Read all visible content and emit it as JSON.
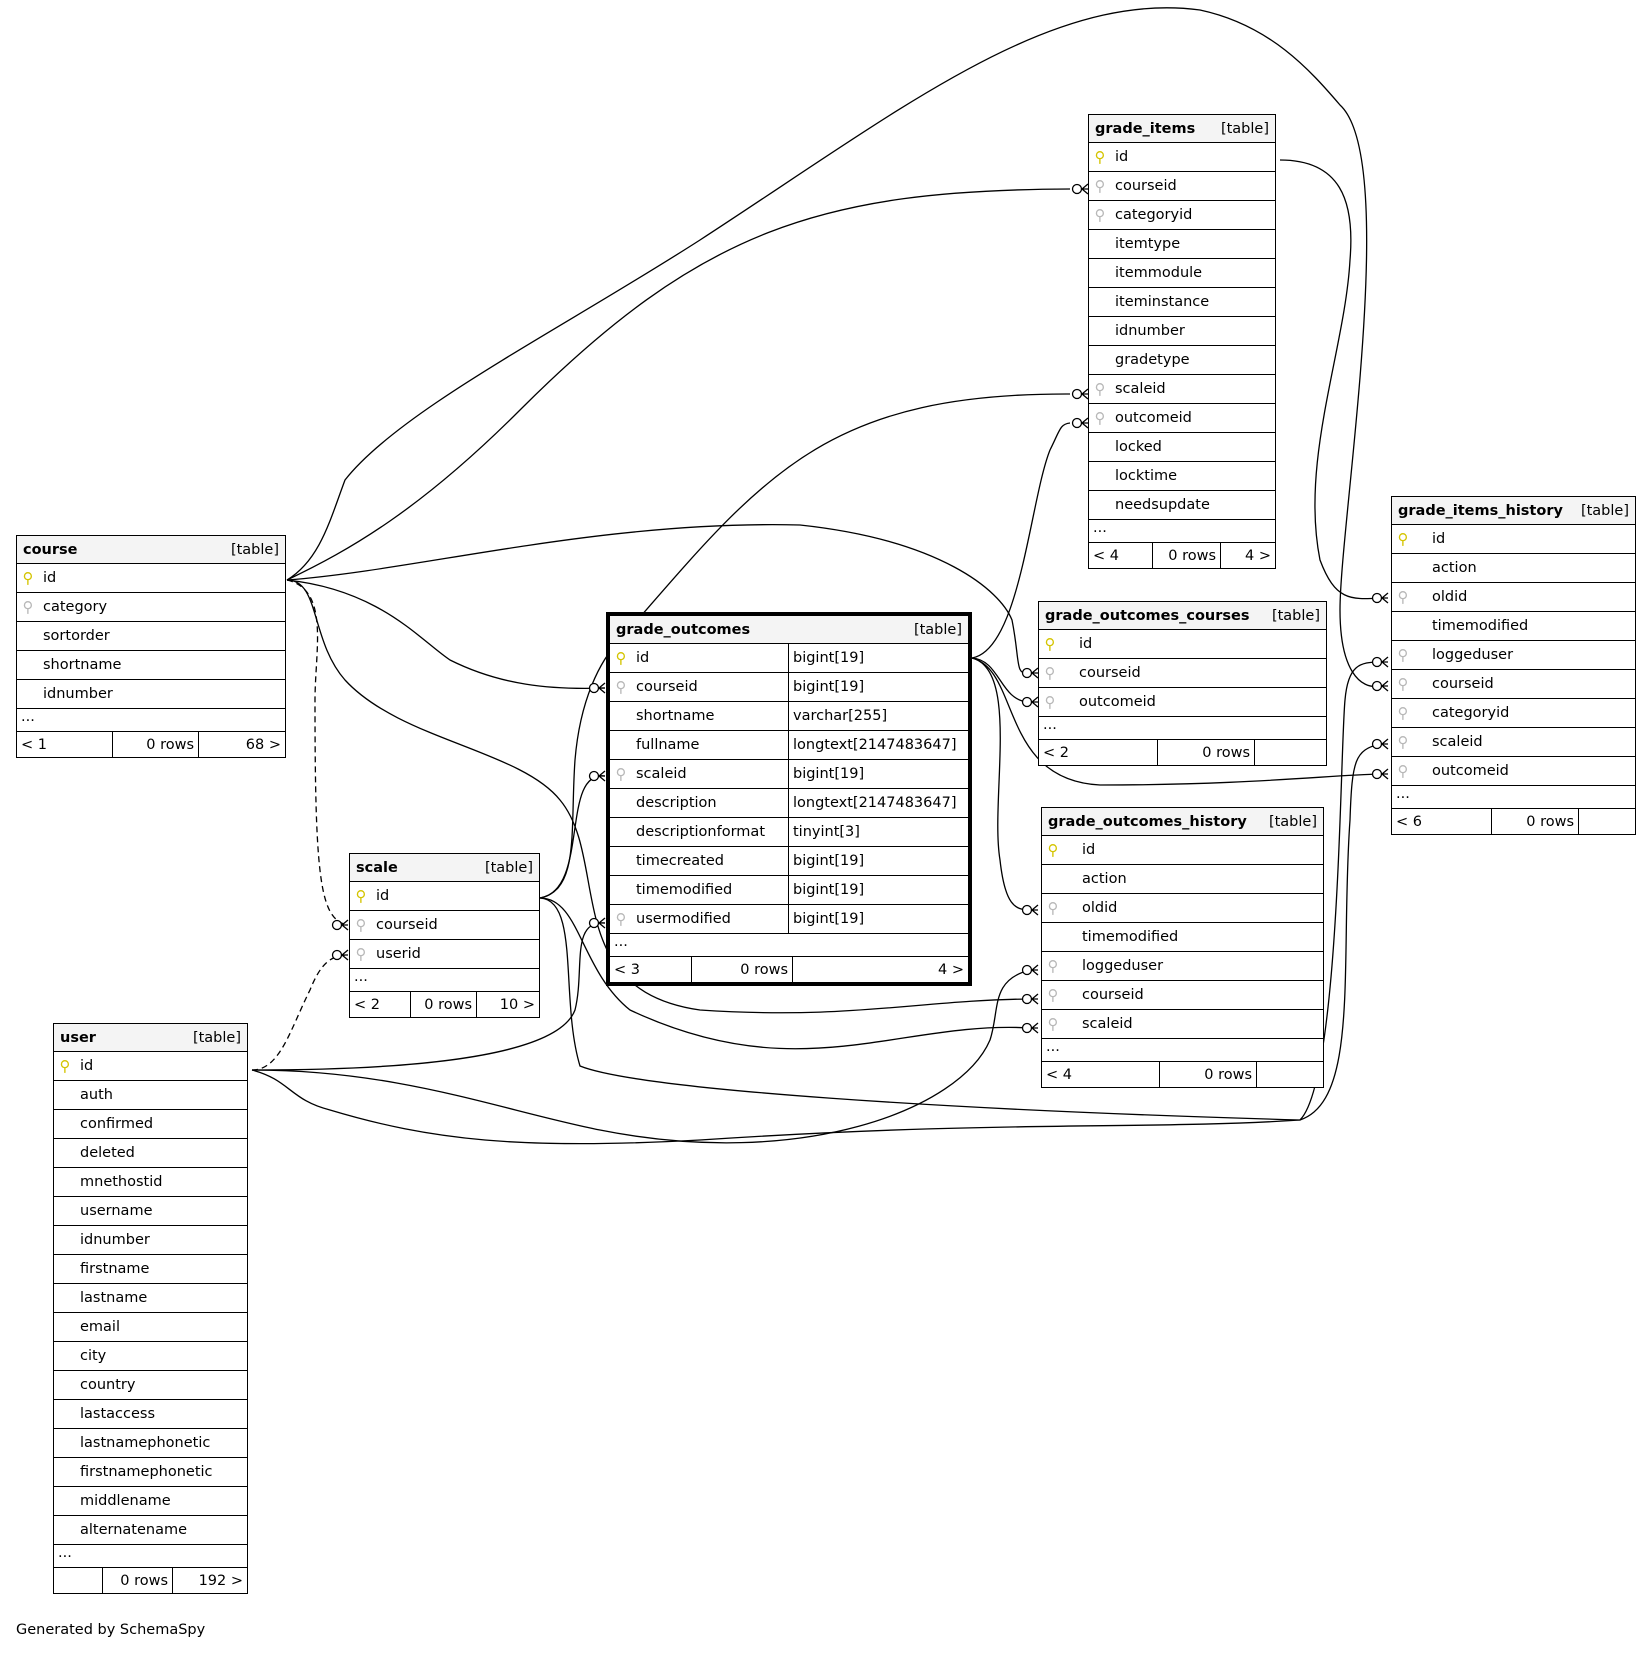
{
  "credit": "Generated by SchemaSpy",
  "table_tag": "[table]",
  "more": "...",
  "tables": {
    "course": {
      "name": "course",
      "columns": [
        "id",
        "category",
        "sortorder",
        "shortname",
        "idnumber"
      ],
      "footer": [
        "< 1",
        "0 rows",
        "68 >"
      ]
    },
    "grade_items": {
      "name": "grade_items",
      "columns": [
        "id",
        "courseid",
        "categoryid",
        "itemtype",
        "itemmodule",
        "iteminstance",
        "idnumber",
        "gradetype",
        "scaleid",
        "outcomeid",
        "locked",
        "locktime",
        "needsupdate"
      ],
      "footer": [
        "< 4",
        "0 rows",
        "4 >"
      ]
    },
    "grade_items_history": {
      "name": "grade_items_history",
      "columns": [
        "id",
        "action",
        "oldid",
        "timemodified",
        "loggeduser",
        "courseid",
        "categoryid",
        "scaleid",
        "outcomeid"
      ],
      "footer": [
        "< 6",
        "0 rows",
        ""
      ]
    },
    "grade_outcomes": {
      "name": "grade_outcomes",
      "columns": [
        "id",
        "courseid",
        "shortname",
        "fullname",
        "scaleid",
        "description",
        "descriptionformat",
        "timecreated",
        "timemodified",
        "usermodified"
      ],
      "types": [
        "bigint[19]",
        "bigint[19]",
        "varchar[255]",
        "longtext[2147483647]",
        "bigint[19]",
        "longtext[2147483647]",
        "tinyint[3]",
        "bigint[19]",
        "bigint[19]",
        "bigint[19]"
      ],
      "footer": [
        "< 3",
        "0 rows",
        "4 >"
      ]
    },
    "grade_outcomes_courses": {
      "name": "grade_outcomes_courses",
      "columns": [
        "id",
        "courseid",
        "outcomeid"
      ],
      "footer": [
        "< 2",
        "0 rows",
        ""
      ]
    },
    "grade_outcomes_history": {
      "name": "grade_outcomes_history",
      "columns": [
        "id",
        "action",
        "oldid",
        "timemodified",
        "loggeduser",
        "courseid",
        "scaleid"
      ],
      "footer": [
        "< 4",
        "0 rows",
        ""
      ]
    },
    "scale": {
      "name": "scale",
      "columns": [
        "id",
        "courseid",
        "userid"
      ],
      "footer": [
        "< 2",
        "0 rows",
        "10 >"
      ]
    },
    "user": {
      "name": "user",
      "columns": [
        "id",
        "auth",
        "confirmed",
        "deleted",
        "mnethostid",
        "username",
        "idnumber",
        "firstname",
        "lastname",
        "email",
        "city",
        "country",
        "lastaccess",
        "lastnamephonetic",
        "firstnamephonetic",
        "middlename",
        "alternatename"
      ],
      "footer": [
        "",
        "0 rows",
        "192 >"
      ]
    }
  }
}
